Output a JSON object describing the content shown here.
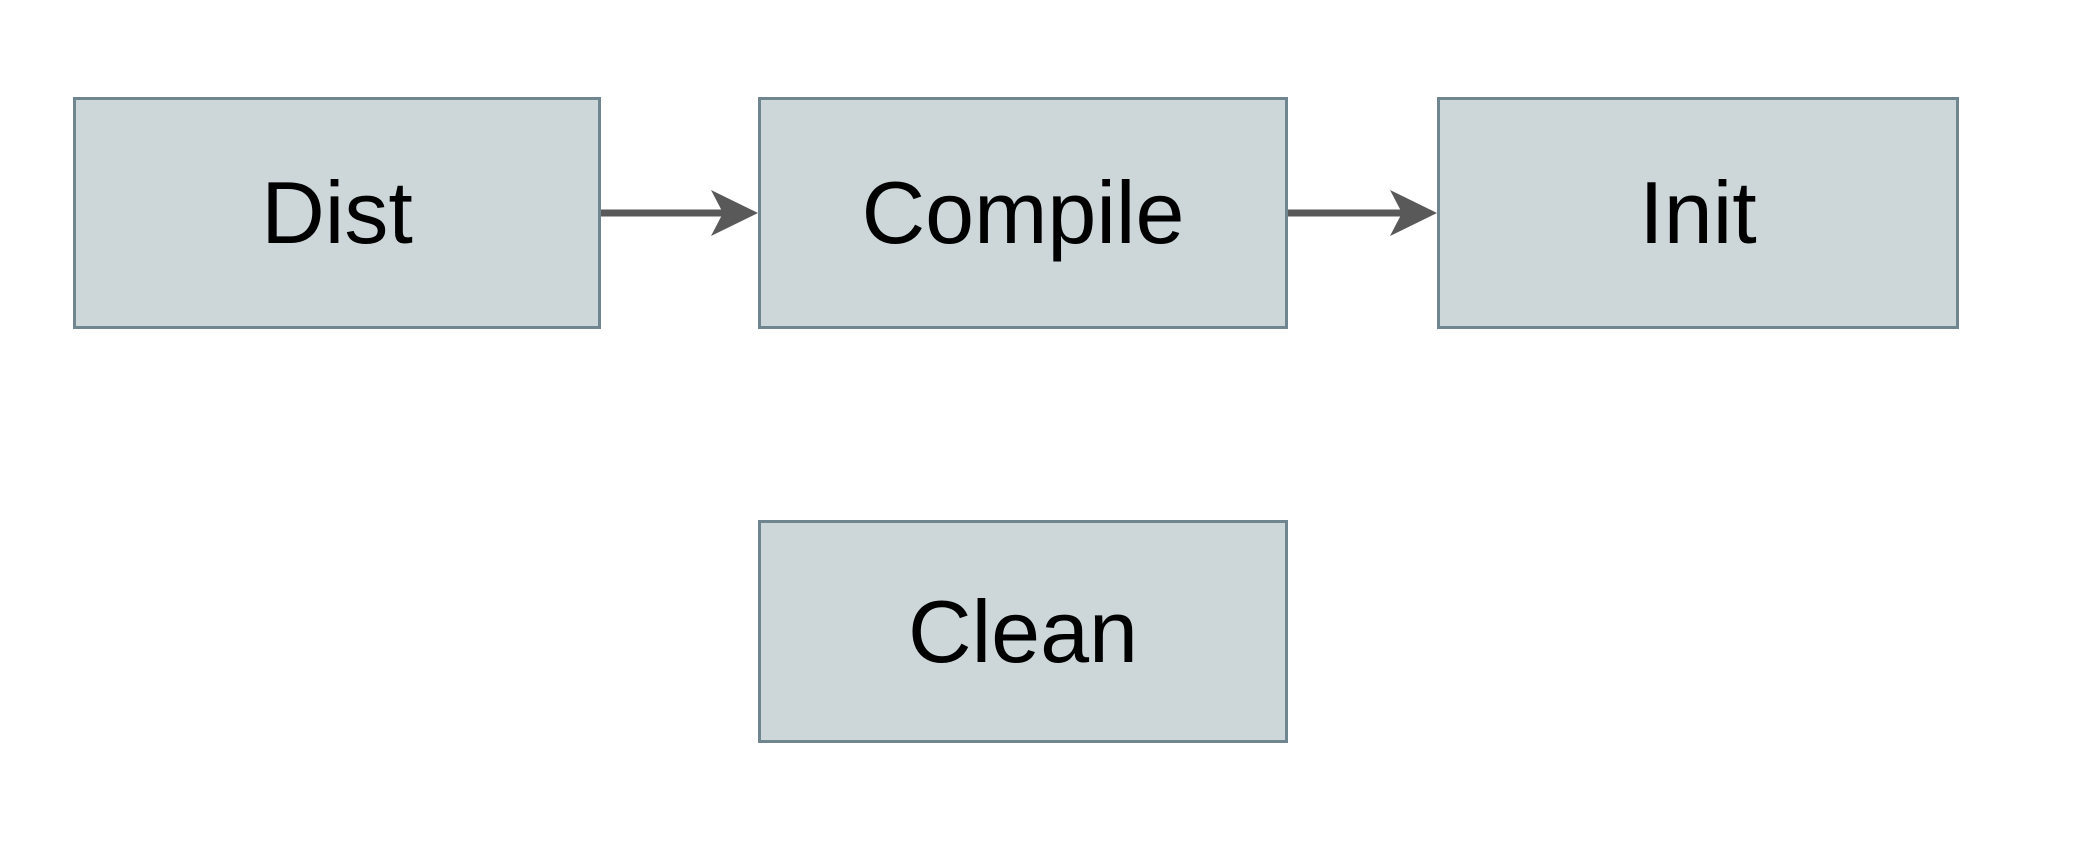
{
  "diagram": {
    "type": "flowchart",
    "background": "#ffffff",
    "node_fill": "#cdd7da",
    "node_border": "#6f8691",
    "arrow_color": "#595959",
    "text_color": "#000000",
    "nodes": [
      {
        "id": "dist",
        "label": "Dist"
      },
      {
        "id": "compile",
        "label": "Compile"
      },
      {
        "id": "init",
        "label": "Init"
      },
      {
        "id": "clean",
        "label": "Clean"
      }
    ],
    "edges": [
      {
        "from": "dist",
        "to": "compile"
      },
      {
        "from": "compile",
        "to": "init"
      }
    ]
  }
}
